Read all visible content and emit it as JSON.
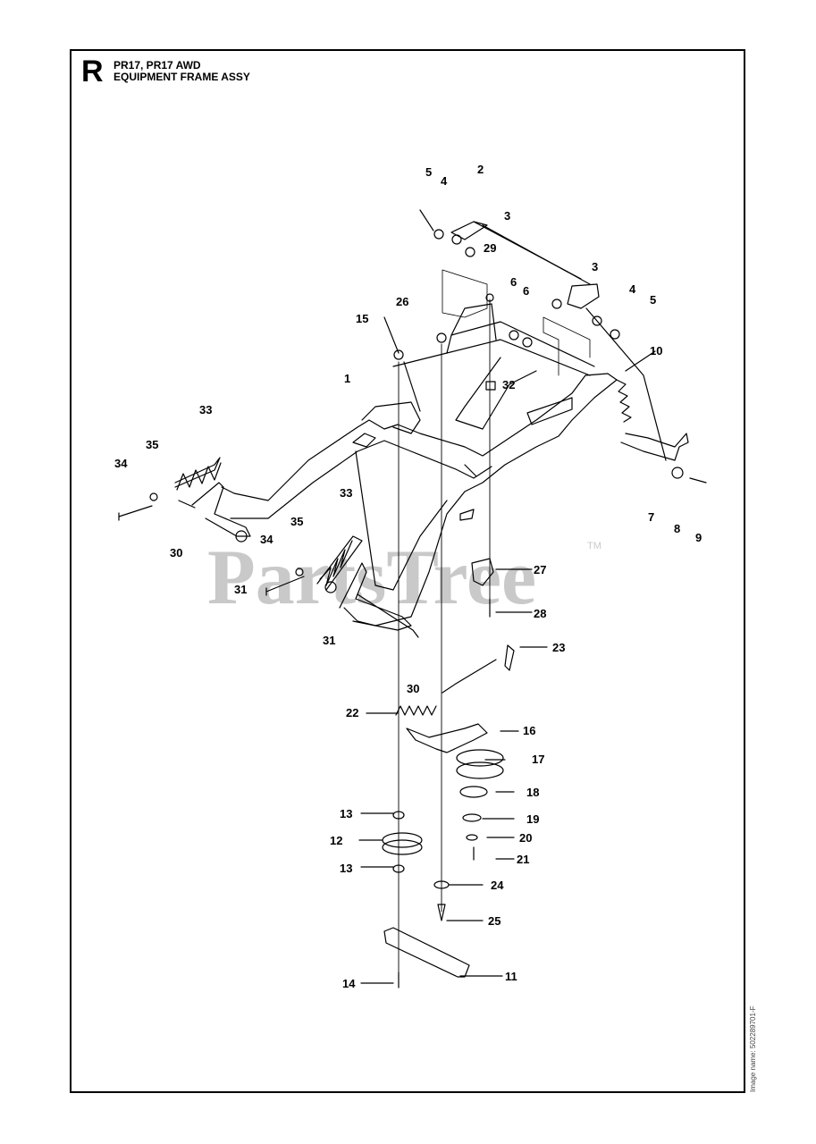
{
  "header": {
    "section_letter": "R",
    "model_line": "PR17, PR17 AWD",
    "assembly_name": "EQUIPMENT FRAME ASSY"
  },
  "watermark": {
    "text": "PartsTree",
    "trademark": "TM"
  },
  "footer": {
    "image_name": "Image name: 502289701-F"
  },
  "callouts": [
    {
      "id": "c5a",
      "label": "5"
    },
    {
      "id": "c4a",
      "label": "4"
    },
    {
      "id": "c2",
      "label": "2"
    },
    {
      "id": "c3a",
      "label": "3"
    },
    {
      "id": "c29",
      "label": "29"
    },
    {
      "id": "c3b",
      "label": "3"
    },
    {
      "id": "c6a",
      "label": "6"
    },
    {
      "id": "c6b",
      "label": "6"
    },
    {
      "id": "c4b",
      "label": "4"
    },
    {
      "id": "c5b",
      "label": "5"
    },
    {
      "id": "c26",
      "label": "26"
    },
    {
      "id": "c15",
      "label": "15"
    },
    {
      "id": "c10",
      "label": "10"
    },
    {
      "id": "c1",
      "label": "1"
    },
    {
      "id": "c32",
      "label": "32"
    },
    {
      "id": "c33a",
      "label": "33"
    },
    {
      "id": "c35a",
      "label": "35"
    },
    {
      "id": "c34a",
      "label": "34"
    },
    {
      "id": "c30a",
      "label": "30"
    },
    {
      "id": "c31a",
      "label": "31"
    },
    {
      "id": "c33b",
      "label": "33"
    },
    {
      "id": "c35b",
      "label": "35"
    },
    {
      "id": "c34b",
      "label": "34"
    },
    {
      "id": "c31b",
      "label": "31"
    },
    {
      "id": "c30b",
      "label": "30"
    },
    {
      "id": "c7",
      "label": "7"
    },
    {
      "id": "c8",
      "label": "8"
    },
    {
      "id": "c9",
      "label": "9"
    },
    {
      "id": "c27",
      "label": "27"
    },
    {
      "id": "c28",
      "label": "28"
    },
    {
      "id": "c23",
      "label": "23"
    },
    {
      "id": "c22",
      "label": "22"
    },
    {
      "id": "c16",
      "label": "16"
    },
    {
      "id": "c17",
      "label": "17"
    },
    {
      "id": "c18",
      "label": "18"
    },
    {
      "id": "c19",
      "label": "19"
    },
    {
      "id": "c20",
      "label": "20"
    },
    {
      "id": "c21",
      "label": "21"
    },
    {
      "id": "c13a",
      "label": "13"
    },
    {
      "id": "c12",
      "label": "12"
    },
    {
      "id": "c13b",
      "label": "13"
    },
    {
      "id": "c24",
      "label": "24"
    },
    {
      "id": "c25",
      "label": "25"
    },
    {
      "id": "c11",
      "label": "11"
    },
    {
      "id": "c14",
      "label": "14"
    }
  ]
}
